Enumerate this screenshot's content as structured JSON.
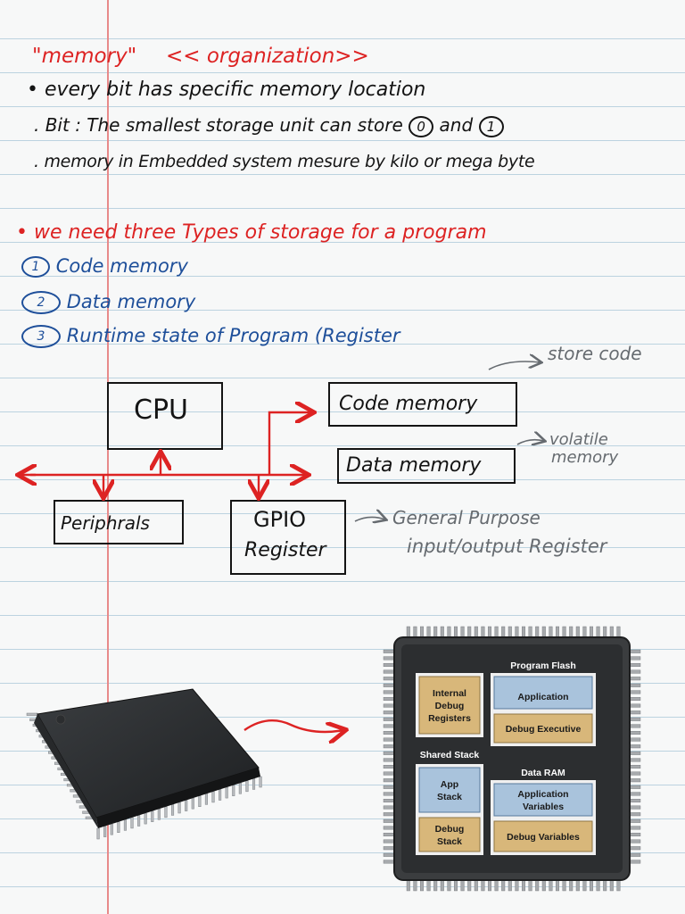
{
  "notes": {
    "title_memory": "\"memory\"",
    "title_org": "<< organization>>",
    "bullet1": "• every bit has specific memory location",
    "bullet2_prefix": ". Bit : The smallest storage unit can store",
    "bullet2_zero": "0",
    "bullet2_and": "and",
    "bullet2_one": "1",
    "bullet3": ". memory in Embedded system mesure by kilo or mega byte",
    "types_heading": "• we need three Types of storage for a program",
    "types": [
      {
        "num": "1",
        "label": "Code memory"
      },
      {
        "num": "2",
        "label": "Data memory"
      },
      {
        "num": "3",
        "label": "Runtime state of Program (Register"
      }
    ]
  },
  "block_diagram": {
    "cpu": "CPU",
    "code_memory": "Code memory",
    "data_memory": "Data memory",
    "peripherals": "Periphrals",
    "gpio_line1": "GPIO",
    "gpio_line2": "Register",
    "note_store_code": "store code",
    "note_volatile_line1": "volatile",
    "note_volatile_line2": "memory",
    "note_gpio_line1": "General Purpose",
    "note_gpio_line2": "input/output Register"
  },
  "memory_map": {
    "program_flash": "Program Flash",
    "internal_debug_line1": "Internal",
    "internal_debug_line2": "Debug",
    "internal_debug_line3": "Registers",
    "application": "Application",
    "debug_executive": "Debug Executive",
    "shared_stack": "Shared Stack",
    "data_ram": "Data RAM",
    "app_stack_line1": "App",
    "app_stack_line2": "Stack",
    "debug_stack_line1": "Debug",
    "debug_stack_line2": "Stack",
    "application_variables_line1": "Application",
    "application_variables_line2": "Variables",
    "debug_variables": "Debug Variables"
  },
  "colors": {
    "ink_black": "#141414",
    "ink_red": "#dd2323",
    "ink_blue": "#1e4f9a",
    "ink_gray": "#666b70",
    "tan_block": "#d8b77a",
    "blue_block": "#a9c3dc"
  }
}
